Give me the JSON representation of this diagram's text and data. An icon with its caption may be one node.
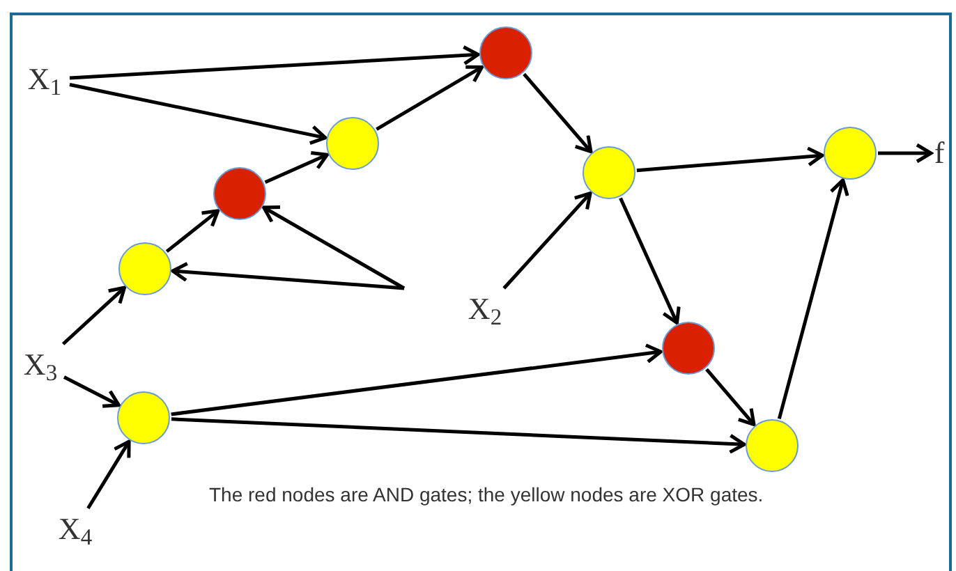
{
  "diagram": {
    "caption": "The red nodes are AND gates; the yellow nodes are XOR gates.",
    "nodes": [
      {
        "text": [
          "X$_{1}$"
        ]
      },
      {
        "text": [],
        "shape": "circle"
      },
      {
        "text": [],
        "shape": "circle"
      },
      {
        "text": [],
        "shape": "circle"
      },
      {
        "text": [],
        "shape": "circle"
      },
      {
        "text": [],
        "shape": "circle"
      },
      {
        "text": [
          "f"
        ]
      },
      {
        "text": [],
        "shape": "circle"
      },
      {
        "text": [
          "X$_{2}$"
        ]
      },
      {
        "text": [
          "X$_{3}$"
        ]
      },
      {
        "text": [],
        "shape": "circle"
      },
      {
        "text": [],
        "shape": "circle"
      },
      {
        "text": [],
        "shape": "circle"
      },
      {
        "text": [
          "X$_{4}$"
        ]
      }
    ],
    "edges": [
      {
        "from": 0,
        "to": 1,
        "arrow": "to"
      },
      {
        "from": 0,
        "to": 2,
        "arrow": "to"
      },
      {
        "from": 2,
        "to": 1,
        "arrow": "to"
      },
      {
        "from": 3,
        "to": 2,
        "arrow": "to"
      },
      {
        "from": 7,
        "to": 3,
        "arrow": "to"
      },
      {
        "from": null,
        "to": 3,
        "arrow": "to"
      },
      {
        "from": null,
        "to": 7,
        "arrow": "to"
      },
      {
        "from": 8,
        "to": 4,
        "arrow": "to"
      },
      {
        "from": 1,
        "to": 4,
        "arrow": "to"
      },
      {
        "from": 4,
        "to": 5,
        "arrow": "to"
      },
      {
        "from": 5,
        "to": 6,
        "arrow": "to"
      },
      {
        "from": 4,
        "to": 10,
        "arrow": "to"
      },
      {
        "from": 9,
        "to": 7,
        "arrow": "to"
      },
      {
        "from": 9,
        "to": 11,
        "arrow": "to"
      },
      {
        "from": 13,
        "to": 11,
        "arrow": "to"
      },
      {
        "from": 11,
        "to": 10,
        "arrow": "to"
      },
      {
        "from": 11,
        "to": 12,
        "arrow": "to"
      },
      {
        "from": 10,
        "to": 12,
        "arrow": "to"
      },
      {
        "from": 12,
        "to": 5,
        "arrow": "to"
      }
    ]
  }
}
